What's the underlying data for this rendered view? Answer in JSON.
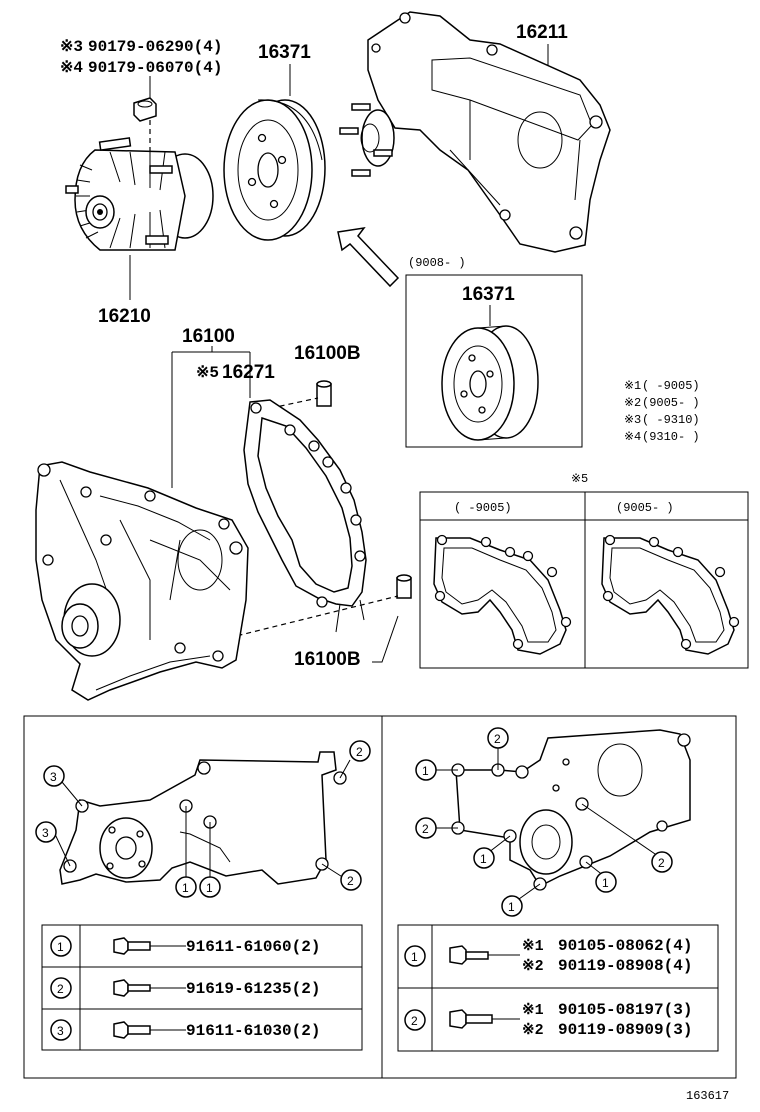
{
  "callouts": {
    "fan_coupling": "16210",
    "pulley_top": "16371",
    "pump_housing": "16211",
    "pulley_inset": "16371",
    "pump_assy": "16100",
    "gasket_mark": "※5",
    "gasket": "16271",
    "dowel_top": "16100B",
    "dowel_bottom": "16100B"
  },
  "nuts": [
    {
      "mark": "※3",
      "part": "90179-06290(4)"
    },
    {
      "mark": "※4",
      "part": "90179-06070(4)"
    }
  ],
  "inset_pulley_range": "(9008-      )",
  "legend": [
    {
      "mark": "※1",
      "range": "(      -9005)"
    },
    {
      "mark": "※2",
      "range": "(9005-      )"
    },
    {
      "mark": "※3",
      "range": "(      -9310)"
    },
    {
      "mark": "※4",
      "range": "(9310-      )"
    }
  ],
  "gasket_panel": {
    "mark": "※5",
    "left_header": "(      -9005)",
    "right_header": "(9005-      )"
  },
  "left_bolt_view": {
    "circle_labels": [
      "3",
      "3",
      "1",
      "1",
      "2",
      "2"
    ]
  },
  "right_bolt_view": {
    "circle_labels": [
      "1",
      "2",
      "2",
      "1",
      "1",
      "1",
      "2"
    ]
  },
  "left_table": [
    {
      "num": "1",
      "part": "91611-61060(2)"
    },
    {
      "num": "2",
      "part": "91619-61235(2)"
    },
    {
      "num": "3",
      "part": "91611-61030(2)"
    }
  ],
  "right_table": [
    {
      "num": "1",
      "lines": [
        {
          "mark": "※1",
          "part": "90105-08062(4)"
        },
        {
          "mark": "※2",
          "part": "90119-08908(4)"
        }
      ]
    },
    {
      "num": "2",
      "lines": [
        {
          "mark": "※1",
          "part": "90105-08197(3)"
        },
        {
          "mark": "※2",
          "part": "90119-08909(3)"
        }
      ]
    }
  ],
  "illustration_number": "163617"
}
